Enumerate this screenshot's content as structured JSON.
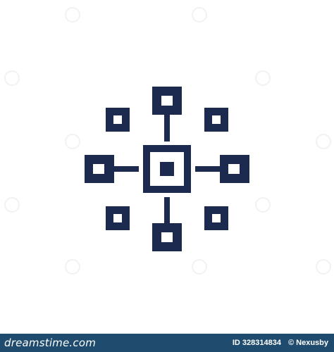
{
  "icon": {
    "name": "network-hub-icon",
    "color": "#1d2a4f"
  },
  "footer": {
    "brand_logo": "dreamstime.com",
    "image_id": "ID 328314834",
    "author": "© Nexusby",
    "background": "#1f4c6e"
  }
}
